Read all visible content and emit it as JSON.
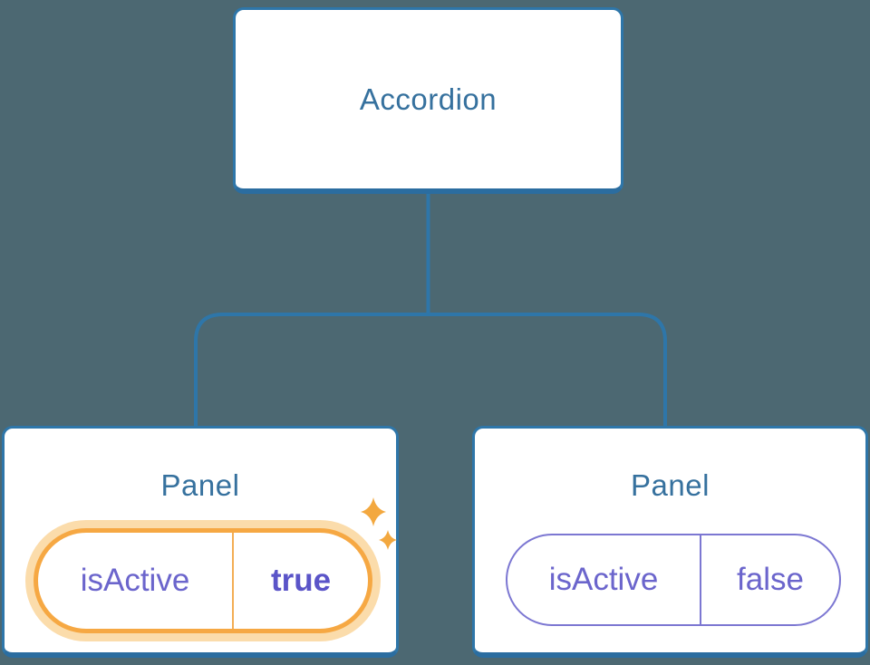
{
  "diagram": {
    "description": "React component tree: Accordion parent owning two Panel children with isActive state",
    "root": {
      "label": "Accordion"
    },
    "children": [
      {
        "title": "Panel",
        "state": {
          "name": "isActive",
          "value": "true"
        },
        "active": true,
        "decoration": "sparkle-icon"
      },
      {
        "title": "Panel",
        "state": {
          "name": "isActive",
          "value": "false"
        },
        "active": false
      }
    ],
    "colors": {
      "background": "#4c6872",
      "node_fill": "#ffffff",
      "node_border": "#2e76a9",
      "node_border_bottom": "#2b6da0",
      "node_text": "#36719e",
      "connector_line": "#2e76a9",
      "state_key_text": "#6b65cc",
      "state_value_active_text": "#5a54c8",
      "pill_border_active": "#f6a843",
      "pill_glow_active": "#fbdcab",
      "pill_divider_active": "#f3ae55",
      "pill_border_inactive": "#7c77d2",
      "sparkle": "#f3a83f"
    }
  }
}
